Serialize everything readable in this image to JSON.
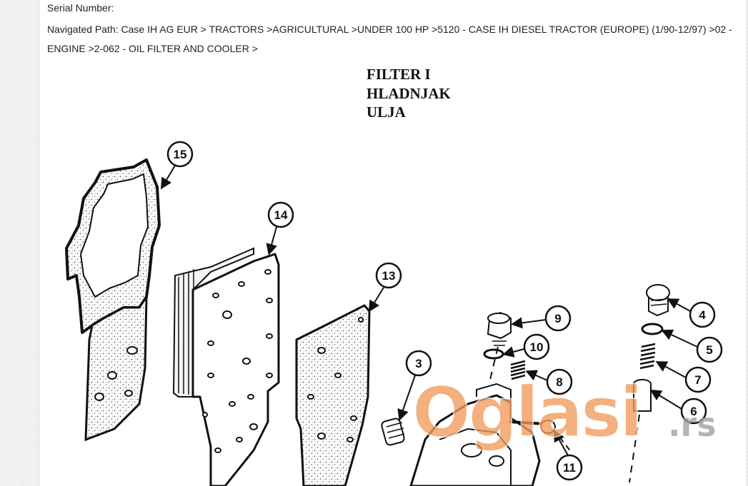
{
  "header": {
    "serial_label": "Serial Number:",
    "navigated_path": "Navigated Path: Case IH AG EUR > TRACTORS >AGRICULTURAL >UNDER 100 HP >5120 - CASE IH DIESEL TRACTOR (EUROPE) (1/90-12/97) >02 - ENGINE >2-062 - OIL FILTER AND COOLER >"
  },
  "diagram": {
    "title_lines": [
      "FILTER I",
      "HLADNJAK",
      "ULJA"
    ],
    "callouts": [
      "15",
      "14",
      "13",
      "3",
      "9",
      "10",
      "8",
      "11",
      "4",
      "5",
      "7",
      "6"
    ]
  },
  "watermark": {
    "brand": "Oglasi",
    "suffix": ".rs",
    "color": "#f29a5c"
  }
}
